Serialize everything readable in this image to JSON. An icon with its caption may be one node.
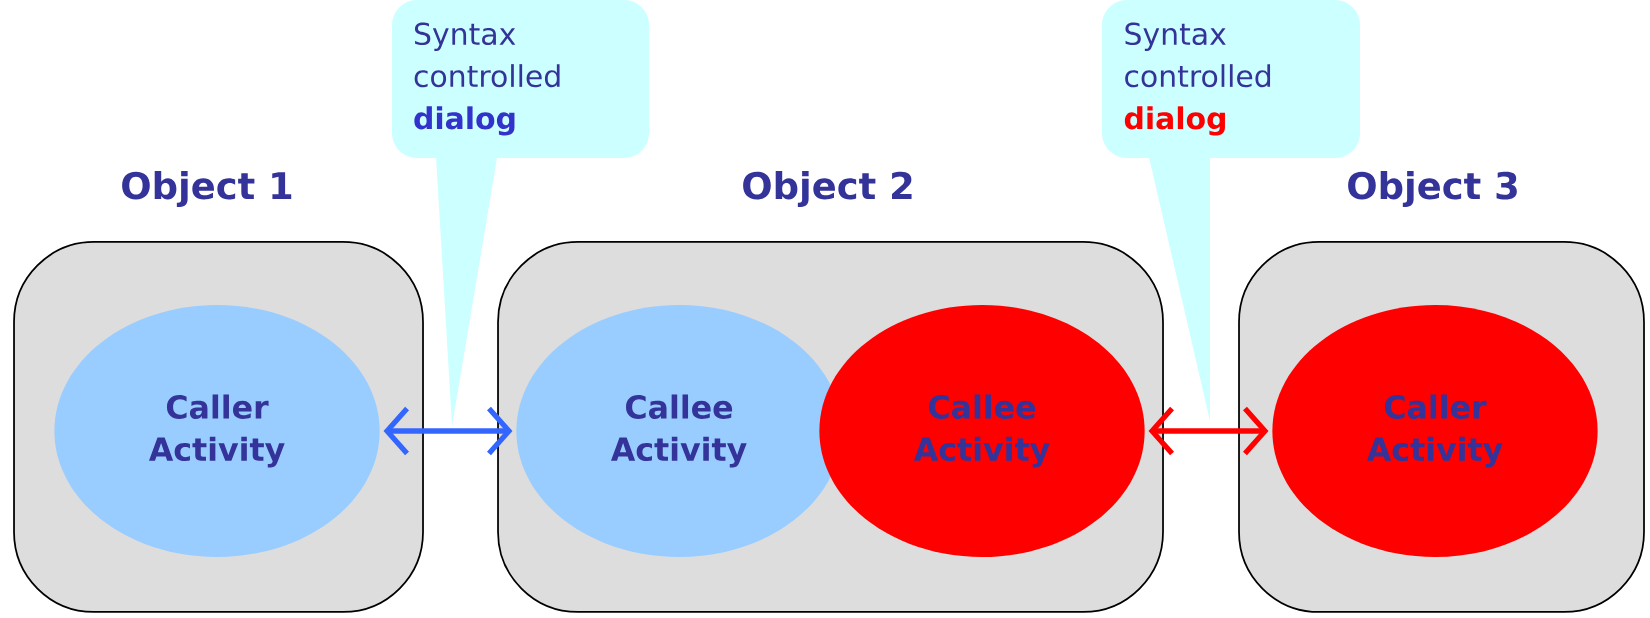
{
  "diagram": {
    "nodes": [
      {
        "text": [
          "Object 1"
        ]
      },
      {
        "text": [
          "Caller Activity"
        ],
        "in": 0
      },
      {
        "text": [
          "Object 2"
        ]
      },
      {
        "text": [
          "Callee Activity"
        ],
        "in": 2
      },
      {
        "text": [
          "Callee Activity"
        ],
        "in": 2
      },
      {
        "text": [
          "Object 3"
        ]
      },
      {
        "text": [
          "Caller Activity"
        ],
        "in": 5
      },
      {
        "text": [
          "Syntax controlled",
          "dialog"
        ]
      },
      {
        "text": [
          "Syntax controlled",
          "dialog"
        ]
      }
    ],
    "edges": [
      {
        "from": 1,
        "to": 3,
        "arrow": "both",
        "color": "#3366ff"
      },
      {
        "from": 4,
        "to": 6,
        "arrow": "both",
        "color": "#ff0000"
      }
    ]
  }
}
